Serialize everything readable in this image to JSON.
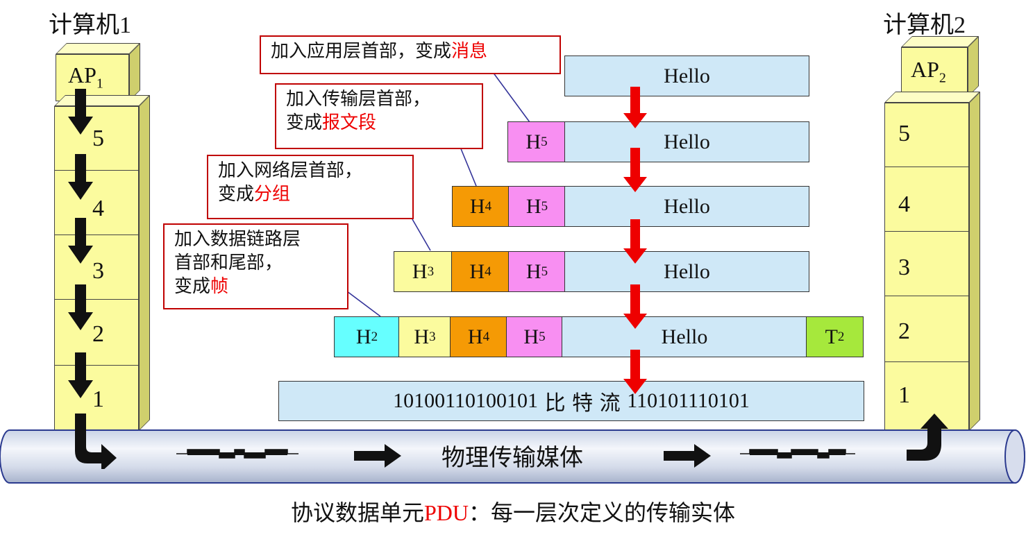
{
  "computers": {
    "left": {
      "title": "计算机",
      "number": "1",
      "ap_base": "AP",
      "ap_sub": "1"
    },
    "right": {
      "title": "计算机",
      "number": "2",
      "ap_base": "AP",
      "ap_sub": "2"
    }
  },
  "layers": [
    "5",
    "4",
    "3",
    "2",
    "1"
  ],
  "callouts": {
    "message": {
      "line1": "加入应用层首部，变成",
      "highlight": "消息"
    },
    "segment": {
      "line1": "加入传输层首部，",
      "line2": "变成",
      "highlight": "报文段"
    },
    "packet": {
      "line1": "加入网络层首部，",
      "line2": "变成",
      "highlight": "分组"
    },
    "frame": {
      "line1": "加入数据链路层",
      "line2": "首部和尾部，",
      "line3": "变成",
      "highlight": "帧"
    }
  },
  "packets": {
    "data_label": "Hello",
    "h5": {
      "base": "H",
      "sub": "5"
    },
    "h4": {
      "base": "H",
      "sub": "4"
    },
    "h3": {
      "base": "H",
      "sub": "3"
    },
    "h2": {
      "base": "H",
      "sub": "2"
    },
    "t2": {
      "base": "T",
      "sub": "2"
    }
  },
  "bitstream": {
    "left_bits": "10100110100101",
    "label": "比 特 流",
    "right_bits": "110101110101"
  },
  "medium_label": "物理传输媒体",
  "caption": {
    "prefix": "协议数据单元",
    "pdu": "PDU",
    "suffix": "：每一层次定义的传输实体"
  },
  "colors": {
    "layer_fill": "#fbfb9e",
    "data_fill": "#cfe8f7",
    "h5": "#f88ff2",
    "h4": "#f59a05",
    "h3": "#fbfb9e",
    "h2": "#66ffff",
    "t2": "#a6e83c",
    "highlight": "#ee0000",
    "callout_border": "#c00000",
    "arrow_red": "#ee0000"
  }
}
